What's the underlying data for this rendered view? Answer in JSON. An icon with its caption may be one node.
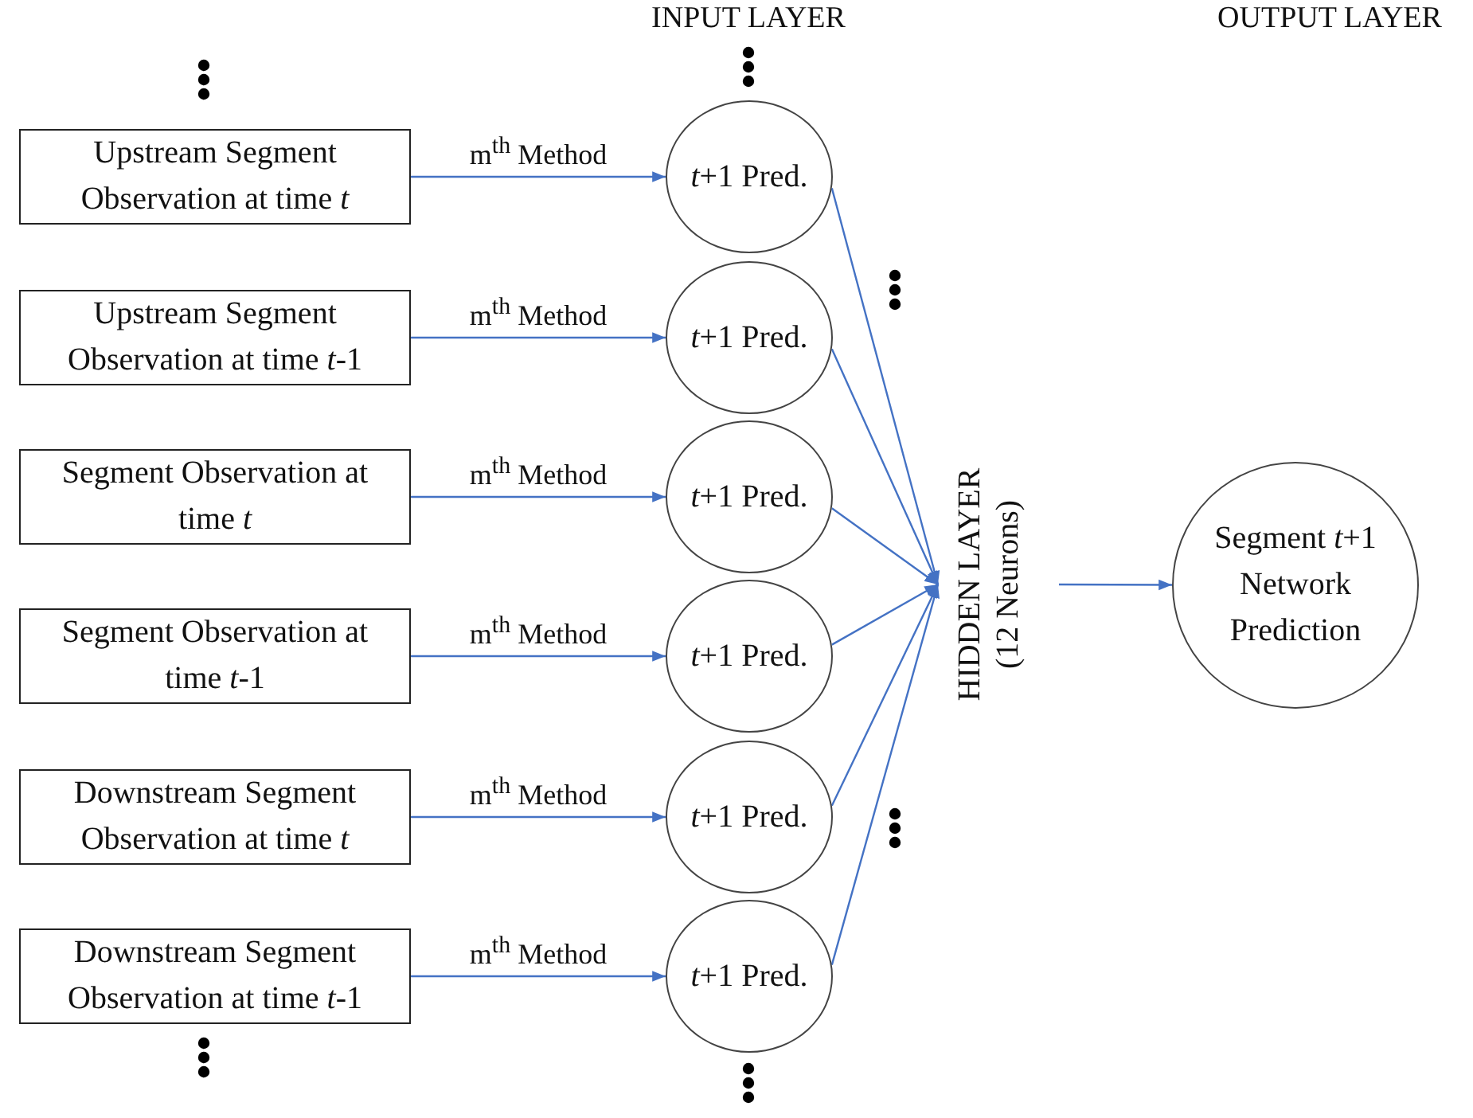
{
  "diagram": {
    "nodes": [
      {
        "text": [
          "Upstream Segment Observation at time *t*"
        ]
      },
      {
        "text": [
          "Upstream Segment Observation at time *t*-1"
        ]
      },
      {
        "text": [
          "Segment Observation at time *t*"
        ]
      },
      {
        "text": [
          "Segment Observation at time *t*-1"
        ]
      },
      {
        "text": [
          "Downstream Segment Observation at time *t*"
        ]
      },
      {
        "text": [
          "Downstream Segment Observation at time *t*-1"
        ]
      },
      {
        "text": [
          "*t*+1 Pred."
        ]
      },
      {
        "text": [
          "*t*+1 Pred."
        ]
      },
      {
        "text": [
          "*t*+1 Pred."
        ]
      },
      {
        "text": [
          "*t*+1 Pred."
        ]
      },
      {
        "text": [
          "*t*+1 Pred."
        ]
      },
      {
        "text": [
          "*t*+1 Pred."
        ]
      },
      {
        "text": [
          "HIDDEN LAYER",
          "(12 Neurons)"
        ]
      },
      {
        "text": [
          "Segment *t*+1 Network Prediction"
        ]
      }
    ],
    "edges": [
      {
        "from": 0,
        "to": 6,
        "arrow": "to",
        "label": "m$^{th}$ Method"
      },
      {
        "from": 1,
        "to": 7,
        "arrow": "to",
        "label": "m$^{th}$ Method"
      },
      {
        "from": 2,
        "to": 8,
        "arrow": "to",
        "label": "m$^{th}$ Method"
      },
      {
        "from": 3,
        "to": 9,
        "arrow": "to",
        "label": "m$^{th}$ Method"
      },
      {
        "from": 4,
        "to": 10,
        "arrow": "to",
        "label": "m$^{th}$ Method"
      },
      {
        "from": 5,
        "to": 11,
        "arrow": "to",
        "label": "m$^{th}$ Method"
      },
      {
        "from": 6,
        "to": 12,
        "arrow": "to"
      },
      {
        "from": 7,
        "to": 12,
        "arrow": "to"
      },
      {
        "from": 8,
        "to": 12,
        "arrow": "to"
      },
      {
        "from": 9,
        "to": 12,
        "arrow": "to"
      },
      {
        "from": 10,
        "to": 12,
        "arrow": "to"
      },
      {
        "from": 11,
        "to": 12,
        "arrow": "to"
      },
      {
        "from": 12,
        "to": 13,
        "arrow": "to"
      }
    ],
    "labels": [
      "INPUT LAYER",
      "OUTPUT LAYER"
    ]
  }
}
